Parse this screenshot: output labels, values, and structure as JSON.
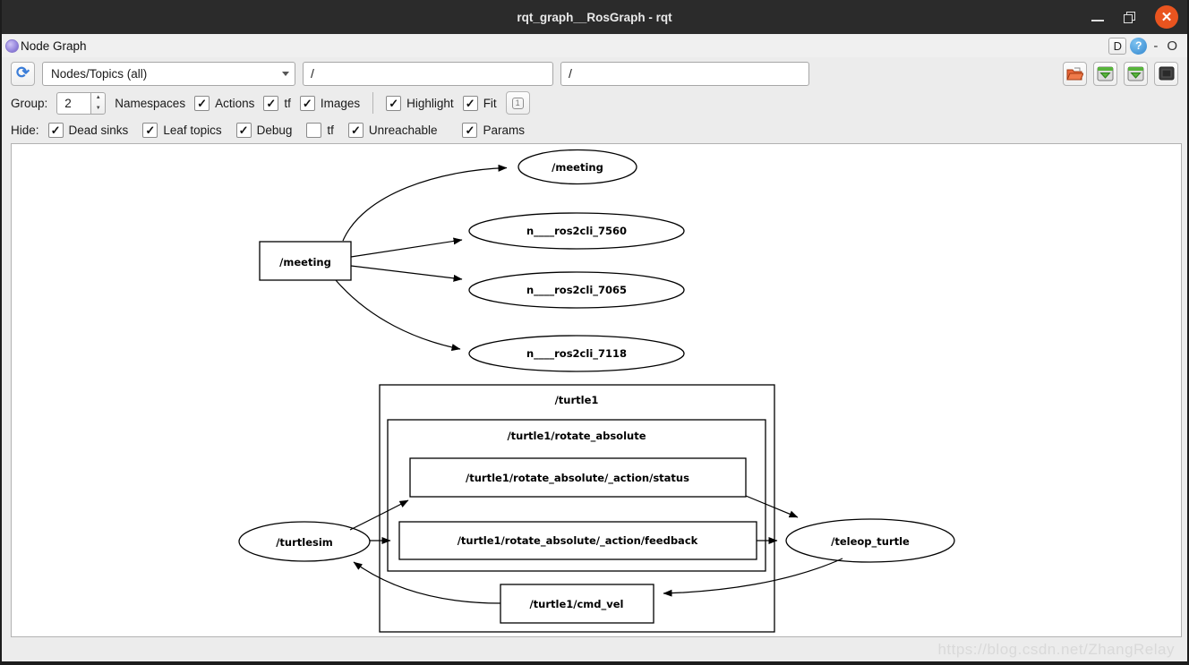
{
  "window": {
    "title": "rqt_graph__RosGraph - rqt"
  },
  "dock": {
    "title": "Node Graph",
    "d_button": "D",
    "help_button": "?",
    "minimize_glyph": "-",
    "float_glyph": "O"
  },
  "toolbar": {
    "refresh_glyph": "⟳",
    "combo_value": "Nodes/Topics (all)",
    "filter_input1": "/",
    "filter_input2": "/"
  },
  "options_row": {
    "group_label": "Group:",
    "group_value": "2",
    "namespaces_label": "Namespaces",
    "items": [
      {
        "label": "Actions",
        "mark": "✓"
      },
      {
        "label": "tf",
        "mark": "✓"
      },
      {
        "label": "Images",
        "mark": "✓"
      },
      {
        "label": "Highlight",
        "mark": "✓"
      },
      {
        "label": "Fit",
        "mark": "✓"
      }
    ],
    "fit_button_glyph": "1"
  },
  "hide_row": {
    "label": "Hide:",
    "items": [
      {
        "label": "Dead sinks",
        "mark": "✓"
      },
      {
        "label": "Leaf topics",
        "mark": "✓"
      },
      {
        "label": "Debug",
        "mark": "✓"
      },
      {
        "label": "tf",
        "mark": ""
      },
      {
        "label": "Unreachable",
        "mark": "✓"
      },
      {
        "label": "Params",
        "mark": "✓"
      }
    ]
  },
  "graph": {
    "meeting_node": "/meeting",
    "meeting_topic": "/meeting",
    "ros2cli_7560": "n____ros2cli_7560",
    "ros2cli_7065": "n____ros2cli_7065",
    "ros2cli_7118": "n____ros2cli_7118",
    "turtle1_cluster": "/turtle1",
    "rotate_absolute_cluster": "/turtle1/rotate_absolute",
    "status_topic": "/turtle1/rotate_absolute/_action/status",
    "feedback_topic": "/turtle1/rotate_absolute/_action/feedback",
    "cmd_vel_topic": "/turtle1/cmd_vel",
    "turtlesim_node": "/turtlesim",
    "teleop_node": "/teleop_turtle"
  },
  "watermark": "https://blog.csdn.net/ZhangRelay"
}
